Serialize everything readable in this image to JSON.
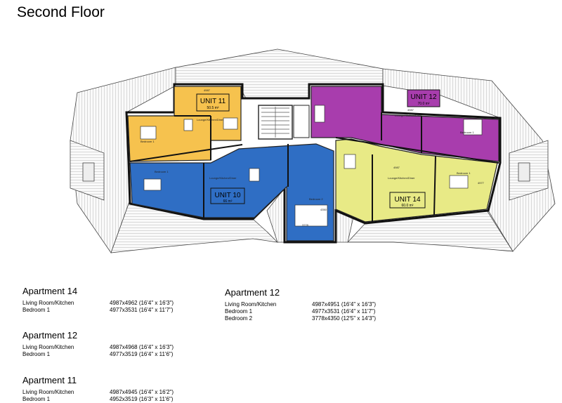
{
  "page_title": "Second Floor",
  "units": [
    {
      "key": "u11",
      "label": "UNIT 11",
      "area": "50.5 m²",
      "color": "#f6c24e",
      "top_dim": "4987",
      "room_labels": [
        "Bedroom 1",
        "Lounge/Kitchen/Diner"
      ]
    },
    {
      "key": "u12",
      "label": "UNIT 12",
      "area": "70.0 m²",
      "color": "#a83dad",
      "top_dim": "",
      "room_labels": [
        "Lounge/Kitchen/Diner",
        "Bedroom 1"
      ]
    },
    {
      "key": "u10",
      "label": "UNIT 10",
      "area": "66 m²",
      "color": "#2f6ec4",
      "top_dim": "",
      "room_labels": [
        "Bedroom 1",
        "Lounge/Kitchen/Diner",
        "Bedroom 2"
      ]
    },
    {
      "key": "u14",
      "label": "UNIT 14",
      "area": "60.0 m²",
      "color": "#e8ea86",
      "top_dim": "4987",
      "room_labels": [
        "Bedroom 1",
        "Lounge/Kitchen/Diner"
      ]
    }
  ],
  "plan_dims": {
    "u10_bottom": "3778",
    "u10_side": "4350",
    "u12_mid": "4987",
    "u14_side": "4977"
  },
  "apartments_left": [
    {
      "title": "Apartment 14",
      "rooms": [
        {
          "name": "Living Room/Kitchen",
          "size": "4987x4962 (16'4\" x 16'3\")"
        },
        {
          "name": "Bedroom 1",
          "size": "4977x3531 (16'4\" x 11'7\")"
        }
      ]
    },
    {
      "title": "Apartment 12",
      "rooms": [
        {
          "name": "Living Room/Kitchen",
          "size": "4987x4968 (16'4\" x 16'3\")"
        },
        {
          "name": "Bedroom 1",
          "size": "4977x3519 (16'4\" x 11'6\")"
        }
      ]
    },
    {
      "title": "Apartment 11",
      "rooms": [
        {
          "name": "Living Room/Kitchen",
          "size": "4987x4945 (16'4\" x 16'2\")"
        },
        {
          "name": "Bedroom 1",
          "size": "4952x3519 (16'3\" x 11'6\")"
        }
      ]
    }
  ],
  "apartment_right": {
    "title": "Apartment 12",
    "rooms": [
      {
        "name": "Living Room/Kitchen",
        "size": "4987x4951 (16'4\" x 16'3\")"
      },
      {
        "name": "Bedroom 1",
        "size": "4977x3531 (16'4\" x 11'7\")"
      },
      {
        "name": "Bedroom 2",
        "size": "3778x4350 (12'5\" x 14'3\")"
      }
    ]
  }
}
